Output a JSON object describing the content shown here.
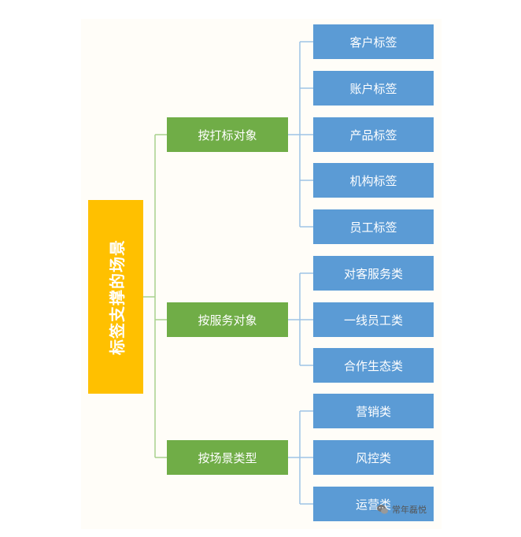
{
  "root": {
    "label": "标签支撑的场景"
  },
  "groups": [
    {
      "label": "按打标对象",
      "children": [
        "客户标签",
        "账户标签",
        "产品标签",
        "机构标签",
        "员工标签"
      ]
    },
    {
      "label": "按服务对象",
      "children": [
        "对客服务类",
        "一线员工类",
        "合作生态类"
      ]
    },
    {
      "label": "按场景类型",
      "children": [
        "营销类",
        "风控类",
        "运营类"
      ]
    }
  ],
  "watermark": {
    "label": "常年磊悦",
    "icon": "wechat-icon"
  },
  "colors": {
    "root": "#ffc000",
    "group": "#70ad47",
    "leaf": "#5b9bd5",
    "line_group": "#a9d18e",
    "line_leaf": "#9dc3e6"
  }
}
